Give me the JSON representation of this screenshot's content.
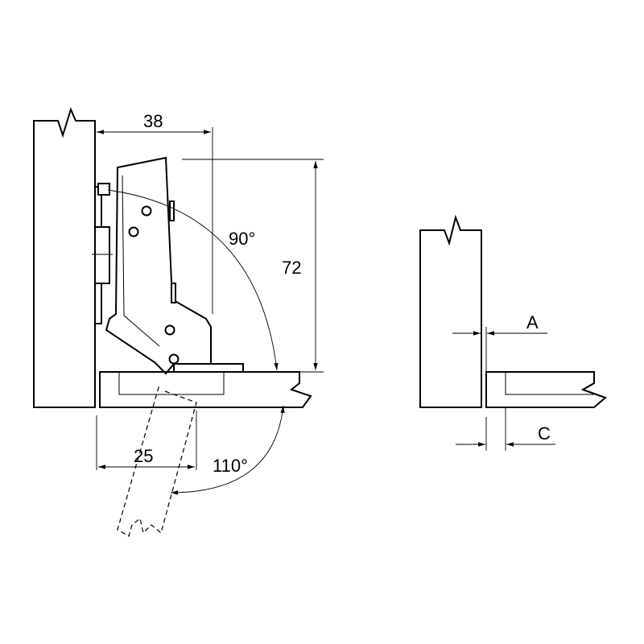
{
  "dimensions": {
    "width_38": "38",
    "height_72": "72",
    "angle_90": "90°",
    "angle_110": "110°",
    "offset_25": "25"
  },
  "overlay_labels": {
    "a": "A",
    "c": "C"
  }
}
